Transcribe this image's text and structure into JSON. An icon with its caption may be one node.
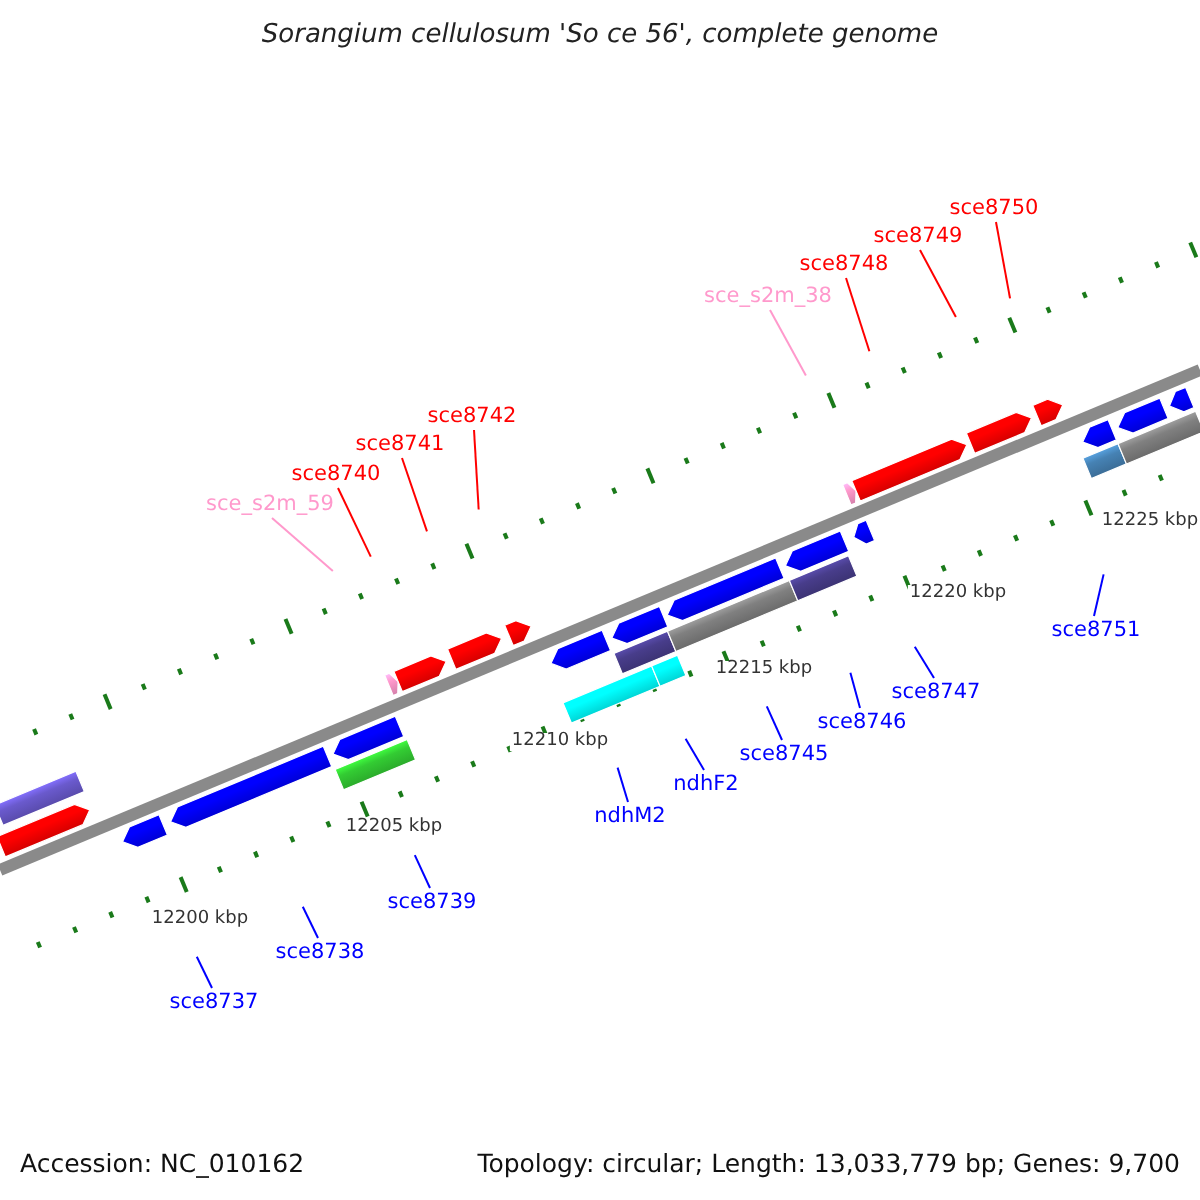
{
  "diagram": {
    "title": "Sorangium cellulosum 'So ce 56', complete genome",
    "nodes": [
      {
        "text": [
          "sce8750"
        ]
      },
      {
        "text": [
          "sce8749"
        ]
      },
      {
        "text": [
          "sce8748"
        ]
      },
      {
        "text": [
          "sce_s2m_38"
        ]
      },
      {
        "text": [
          "sce8742"
        ]
      },
      {
        "text": [
          "sce8741"
        ]
      },
      {
        "text": [
          "sce8740"
        ]
      },
      {
        "text": [
          "sce_s2m_59"
        ]
      },
      {
        "text": [
          "sce8751"
        ]
      },
      {
        "text": [
          "sce8747"
        ]
      },
      {
        "text": [
          "sce8746"
        ]
      },
      {
        "text": [
          "sce8745"
        ]
      },
      {
        "text": [
          "ndhF2"
        ]
      },
      {
        "text": [
          "ndhM2"
        ]
      },
      {
        "text": [
          "sce8739"
        ]
      },
      {
        "text": [
          "sce8738"
        ]
      },
      {
        "text": [
          "sce8737"
        ]
      }
    ],
    "edges": [
      {
        "from": 0,
        "to": null,
        "arrow": "none",
        "color": "#ff0000"
      },
      {
        "from": 1,
        "to": null,
        "arrow": "none",
        "color": "#ff0000"
      },
      {
        "from": 2,
        "to": null,
        "arrow": "none",
        "color": "#ff0000"
      },
      {
        "from": 3,
        "to": null,
        "arrow": "none",
        "color": "#ff99cc"
      },
      {
        "from": 4,
        "to": null,
        "arrow": "none",
        "color": "#ff0000"
      },
      {
        "from": 5,
        "to": null,
        "arrow": "none",
        "color": "#ff0000"
      },
      {
        "from": 6,
        "to": null,
        "arrow": "none",
        "color": "#ff0000"
      },
      {
        "from": 7,
        "to": null,
        "arrow": "none",
        "color": "#ff99cc"
      },
      {
        "from": 8,
        "to": null,
        "arrow": "none"
      },
      {
        "from": 9,
        "to": null,
        "arrow": "none"
      },
      {
        "from": 10,
        "to": null,
        "arrow": "none"
      },
      {
        "from": 11,
        "to": null,
        "arrow": "none"
      },
      {
        "from": 12,
        "to": null,
        "arrow": "none"
      },
      {
        "from": 13,
        "to": null,
        "arrow": "none"
      },
      {
        "from": 14,
        "to": null,
        "arrow": "none"
      },
      {
        "from": 15,
        "to": null,
        "arrow": "none"
      },
      {
        "from": 16,
        "to": null,
        "arrow": "none"
      }
    ],
    "labels": [
      "12225 kbp",
      "12220 kbp",
      "12215 kbp",
      "12210 kbp",
      "12205 kbp",
      "12200 kbp",
      "Accession: NC_010162",
      "Topology: circular; Length: 13,033,779 bp; Genes: 9,700"
    ]
  }
}
